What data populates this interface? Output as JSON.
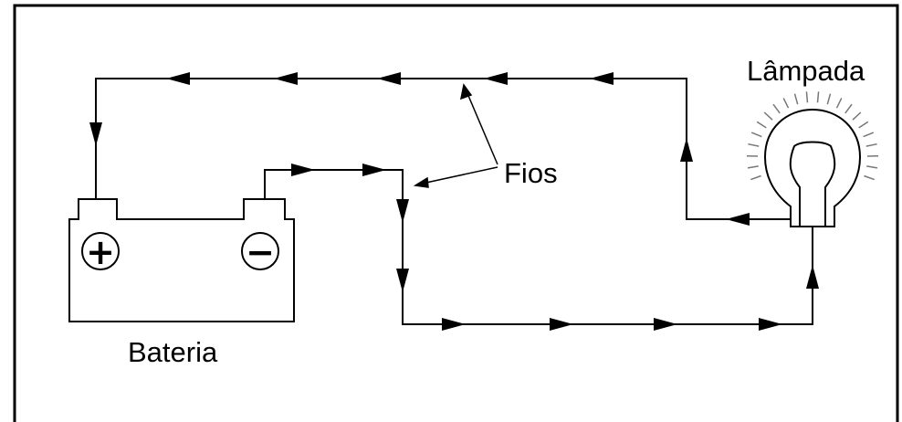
{
  "labels": {
    "lamp": "Lâmpada",
    "wires": "Fios",
    "battery": "Bateria",
    "positive_terminal": "+",
    "negative_terminal": "−"
  },
  "colors": {
    "line": "#000000",
    "background": "#ffffff",
    "glow": "#777777"
  },
  "icons": [
    "light-bulb-icon",
    "battery-icon",
    "arrow-icon"
  ]
}
